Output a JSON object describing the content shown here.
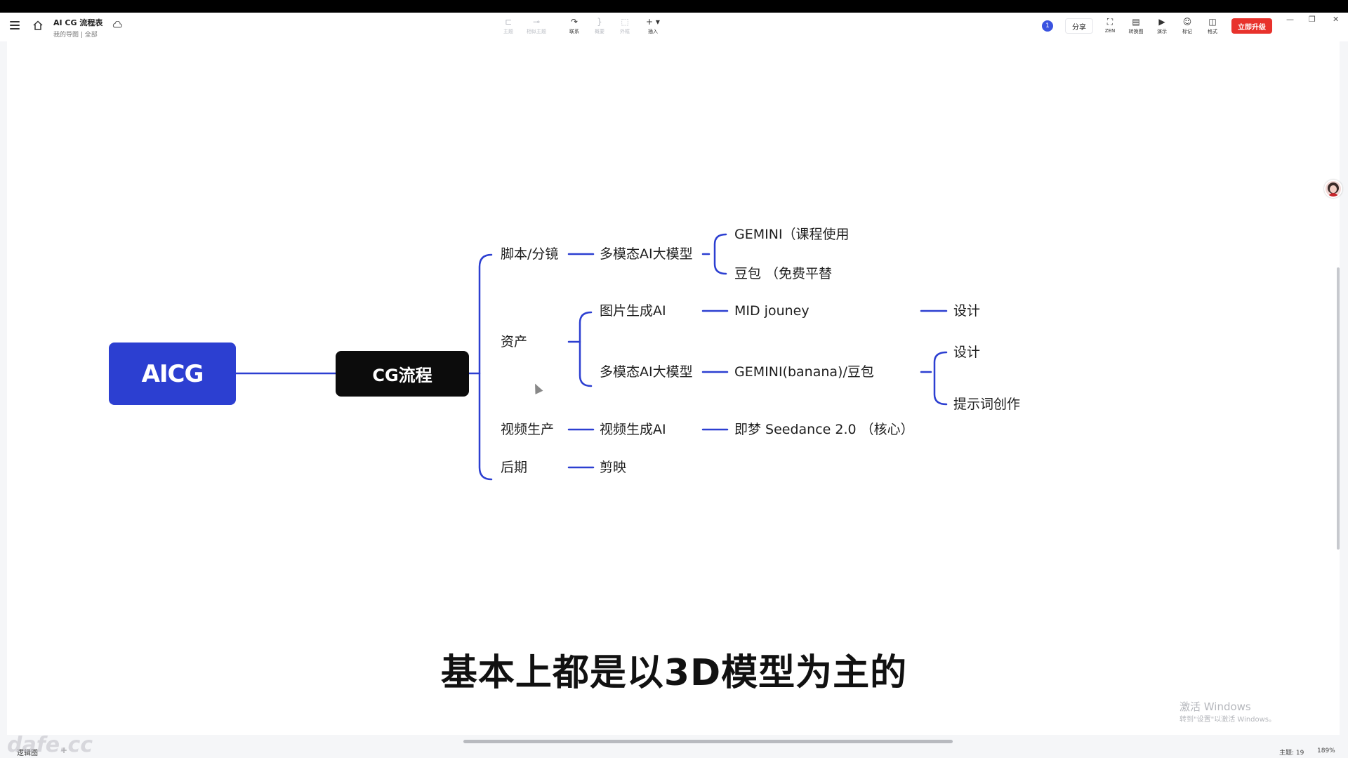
{
  "app": {
    "title": "AI CG 流程表",
    "breadcrumb": "我的导图 | 全部"
  },
  "toolbar": {
    "tools": [
      {
        "id": "topic",
        "label": "主题",
        "icon": "topic-icon",
        "enabled": false
      },
      {
        "id": "subtopic",
        "label": "相似主题",
        "icon": "subtopic-icon",
        "enabled": false
      },
      {
        "id": "relation",
        "label": "联系",
        "icon": "relation-icon",
        "enabled": true
      },
      {
        "id": "summary",
        "label": "概要",
        "icon": "summary-icon",
        "enabled": false
      },
      {
        "id": "boundary",
        "label": "外框",
        "icon": "boundary-icon",
        "enabled": false
      },
      {
        "id": "insert",
        "label": "插入",
        "icon": "plus-icon",
        "enabled": true
      }
    ],
    "notification_count": "1",
    "share_label": "分享",
    "right_tools": [
      {
        "id": "zen",
        "label": "ZEN",
        "icon": "zen-icon"
      },
      {
        "id": "outline",
        "label": "转换图",
        "icon": "outline-icon"
      },
      {
        "id": "present",
        "label": "演示",
        "icon": "present-icon"
      },
      {
        "id": "mark",
        "label": "标记",
        "icon": "mark-icon"
      },
      {
        "id": "format",
        "label": "格式",
        "icon": "format-icon"
      }
    ],
    "upgrade_label": "立即升级"
  },
  "mindmap": {
    "root": "AICG",
    "main": "CG流程",
    "branches": {
      "script": {
        "label": "脚本/分镜",
        "child": "多模态AI大模型",
        "leaves": [
          "GEMINI（课程使用",
          "豆包 （免费平替"
        ]
      },
      "assets": {
        "label": "资产",
        "image_gen": {
          "label": "图片生成AI",
          "tool": "MID jouney",
          "use": "设计"
        },
        "multimodal": {
          "label": "多模态AI大模型",
          "tool": "GEMINI(banana)/豆包",
          "uses": [
            "设计",
            "提示词创作"
          ]
        }
      },
      "video": {
        "label": "视频生产",
        "child": "视频生成AI",
        "tool": "即梦 Seedance 2.0 （核心）"
      },
      "post": {
        "label": "后期",
        "child": "剪映"
      }
    },
    "line_color": "#2c3fd1"
  },
  "subtitle": "基本上都是以3D模型为主的",
  "watermark": {
    "title": "激活 Windows",
    "subtitle": "转到\"设置\"以激活 Windows。"
  },
  "site_watermark": "dafe.cc",
  "bottombar": {
    "sheet_tab": "逻辑图",
    "topics_count": "主题: 19",
    "zoom": "189%"
  },
  "colors": {
    "root_node": "#2c3fd1",
    "main_node": "#0c0c0c",
    "upgrade_button": "#e8322c"
  }
}
